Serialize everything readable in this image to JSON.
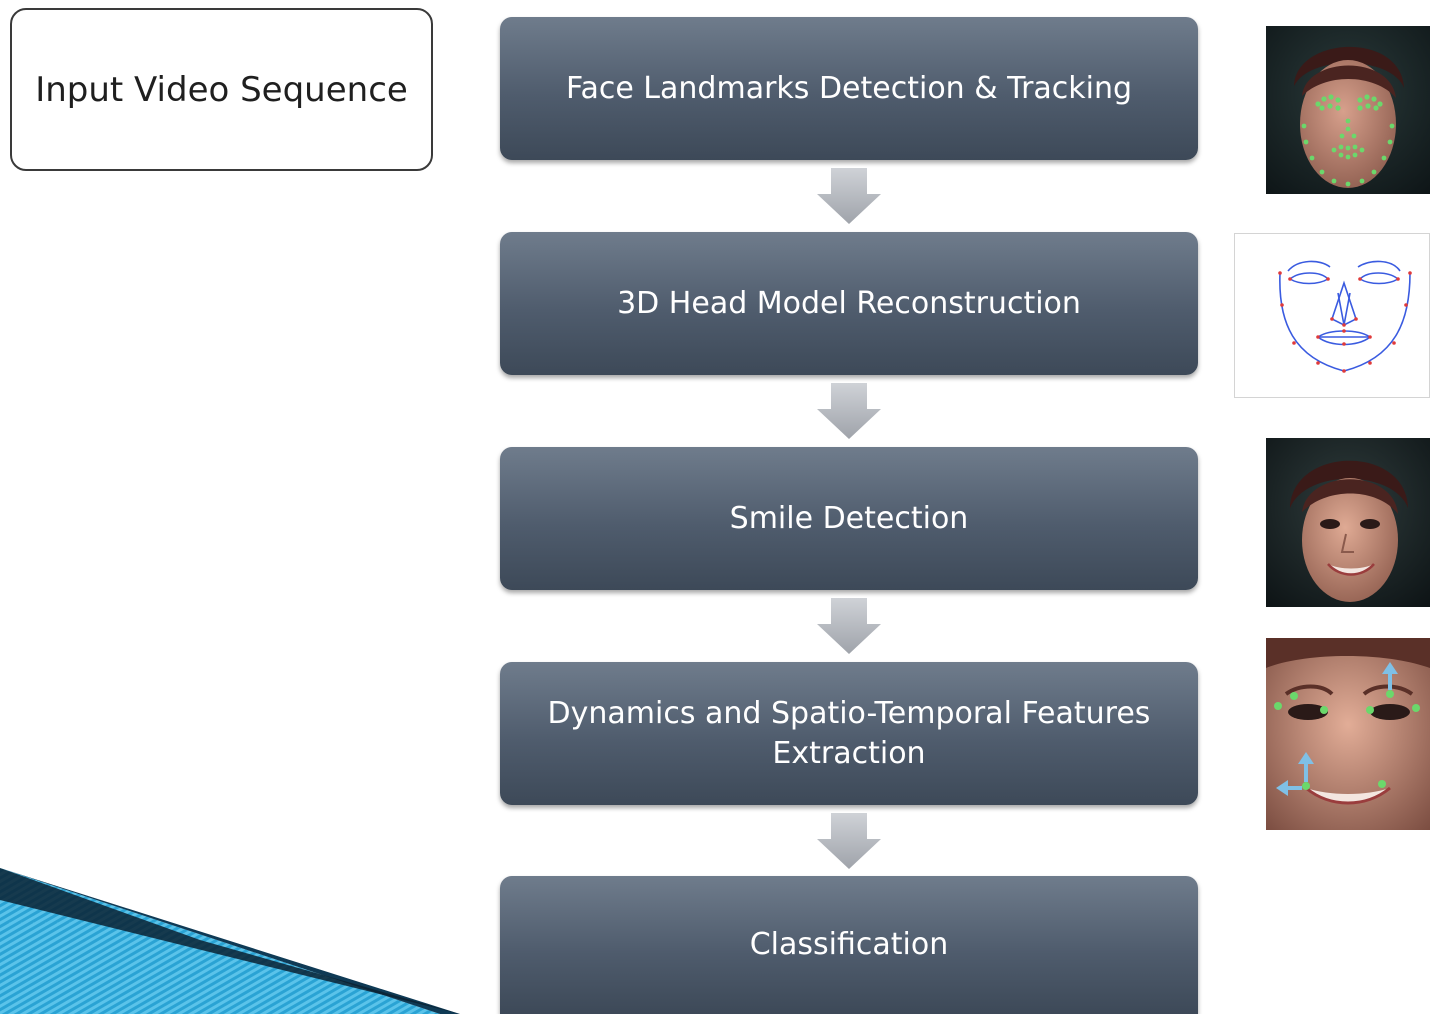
{
  "input": {
    "label": "Input Video Sequence"
  },
  "steps": [
    {
      "label": "Face Landmarks Detection & Tracking"
    },
    {
      "label": "3D Head Model Reconstruction"
    },
    {
      "label": "Smile Detection"
    },
    {
      "label": "Dynamics and Spatio-Temporal Features Extraction"
    },
    {
      "label": "Classification"
    }
  ],
  "colors": {
    "step_top": "#6f7c8c",
    "step_bottom": "#3d4958",
    "arrow": "#b9bcc2",
    "landmark_green": "#6bd86b",
    "mesh_blue": "#3a5be0",
    "mesh_red": "#e03a3a",
    "motion_arrow": "#7fc0e6",
    "decoration_stripes": "#39a9d6"
  },
  "thumbnails": [
    {
      "icon": "face-landmarks-image"
    },
    {
      "icon": "face-mesh-wireframe-image"
    },
    {
      "icon": "smiling-face-image"
    },
    {
      "icon": "face-motion-features-image"
    }
  ]
}
